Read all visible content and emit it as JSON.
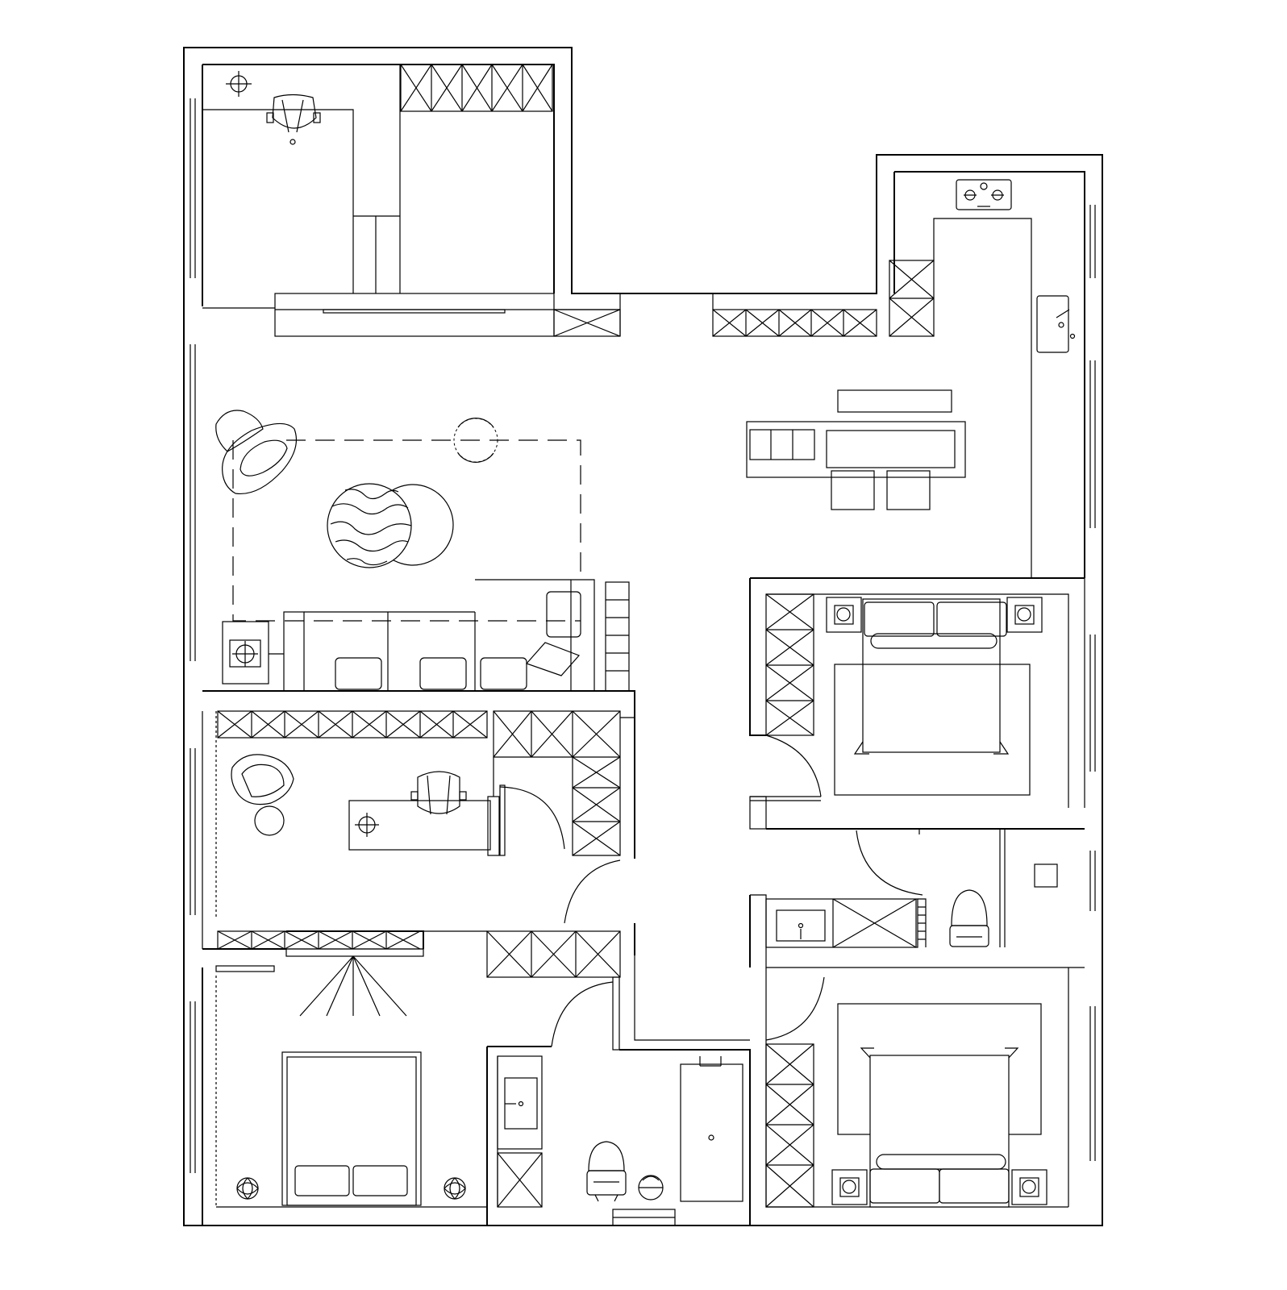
{
  "drawing": {
    "type": "architectural floor plan",
    "line_color": "#000000",
    "background": "#ffffff"
  },
  "rooms": [
    {
      "name": "study-north"
    },
    {
      "name": "kitchen"
    },
    {
      "name": "living-room"
    },
    {
      "name": "dining-area"
    },
    {
      "name": "study-west"
    },
    {
      "name": "bedroom-northeast"
    },
    {
      "name": "bathroom-east"
    },
    {
      "name": "bedroom-southwest"
    },
    {
      "name": "bathroom-south"
    },
    {
      "name": "bedroom-southeast"
    }
  ]
}
